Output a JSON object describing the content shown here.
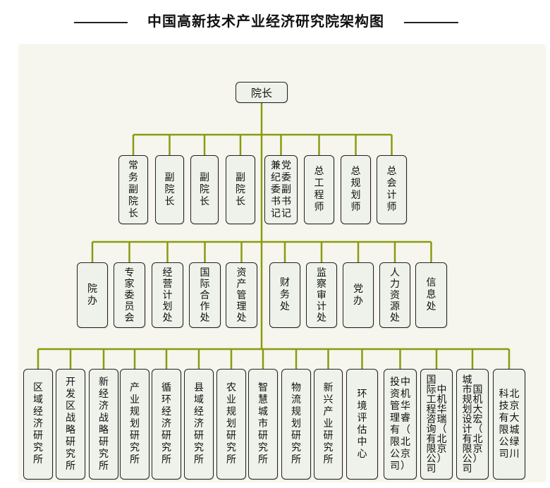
{
  "title": "中国高新技术产业经济研究院架构图",
  "colors": {
    "line": "#8c9a10",
    "box_fill": "#eef2ea",
    "box_border": "#222222",
    "background": "#f6f6ee"
  },
  "root": {
    "label": "院长"
  },
  "tier1": [
    {
      "id": "t1-0",
      "label": "常务副院长",
      "columns": [
        "常务副院长"
      ]
    },
    {
      "id": "t1-1",
      "label": "副院长",
      "columns": [
        "副院长"
      ]
    },
    {
      "id": "t1-2",
      "label": "副院长",
      "columns": [
        "副院长"
      ]
    },
    {
      "id": "t1-3",
      "label": "副院长",
      "columns": [
        "副院长"
      ]
    },
    {
      "id": "t1-4",
      "label": "党委副书记兼纪委书记",
      "columns": [
        "党委副书记",
        "兼纪委书记"
      ]
    },
    {
      "id": "t1-5",
      "label": "总工程师",
      "columns": [
        "总工程师"
      ]
    },
    {
      "id": "t1-6",
      "label": "总规划师",
      "columns": [
        "总规划师"
      ]
    },
    {
      "id": "t1-7",
      "label": "总会计师",
      "columns": [
        "总会计师"
      ]
    }
  ],
  "tier2": [
    {
      "id": "t2-0",
      "label": "院办",
      "columns": [
        "院办"
      ]
    },
    {
      "id": "t2-1",
      "label": "专家委员会",
      "columns": [
        "专家委员会"
      ]
    },
    {
      "id": "t2-2",
      "label": "经营计划处",
      "columns": [
        "经营计划处"
      ]
    },
    {
      "id": "t2-3",
      "label": "国际合作处",
      "columns": [
        "国际合作处"
      ]
    },
    {
      "id": "t2-4",
      "label": "资产管理处",
      "columns": [
        "资产管理处"
      ]
    },
    {
      "id": "t2-5",
      "label": "财务处",
      "columns": [
        "财务处"
      ]
    },
    {
      "id": "t2-6",
      "label": "监察审计处",
      "columns": [
        "监察审计处"
      ]
    },
    {
      "id": "t2-7",
      "label": "党办",
      "columns": [
        "党办"
      ]
    },
    {
      "id": "t2-8",
      "label": "人力资源处",
      "columns": [
        "人力资源处"
      ]
    },
    {
      "id": "t2-9",
      "label": "信息处",
      "columns": [
        "信息处"
      ]
    }
  ],
  "tier3": [
    {
      "id": "t3-0",
      "label": "区域经济研究所",
      "columns": [
        "区域经济研究所"
      ]
    },
    {
      "id": "t3-1",
      "label": "开发区战略研究所",
      "columns": [
        "开发区战略研究所"
      ]
    },
    {
      "id": "t3-2",
      "label": "新经济战略研究所",
      "columns": [
        "新经济战略研究所"
      ]
    },
    {
      "id": "t3-3",
      "label": "产业规划研究所",
      "columns": [
        "产业规划研究所"
      ]
    },
    {
      "id": "t3-4",
      "label": "循环经济研究所",
      "columns": [
        "循环经济研究所"
      ]
    },
    {
      "id": "t3-5",
      "label": "县域经济研究所",
      "columns": [
        "县域经济研究所"
      ]
    },
    {
      "id": "t3-6",
      "label": "农业规划研究所",
      "columns": [
        "农业规划研究所"
      ]
    },
    {
      "id": "t3-7",
      "label": "智慧城市研究所",
      "columns": [
        "智慧城市研究所"
      ]
    },
    {
      "id": "t3-8",
      "label": "物流规划研究所",
      "columns": [
        "物流规划研究所"
      ]
    },
    {
      "id": "t3-9",
      "label": "新兴产业研究所",
      "columns": [
        "新兴产业研究所"
      ]
    },
    {
      "id": "t3-10",
      "label": "环境评估中心",
      "columns": [
        "环境评估中心"
      ]
    },
    {
      "id": "t3-11",
      "label": "中机华睿（北京）投资管理有限公司",
      "columns": [
        "中机华睿（北京）",
        "投资管理有限公司"
      ]
    },
    {
      "id": "t3-12",
      "label": "中机华瑞（北京）国际工程咨询有限公司",
      "columns": [
        "中机华瑞（北京）",
        "国际工程咨询有限公司"
      ]
    },
    {
      "id": "t3-13",
      "label": "国机大宏（北京）城市规划设计有限公司",
      "columns": [
        "国机大宏（北京）",
        "城市规划设计有限公司"
      ]
    },
    {
      "id": "t3-14",
      "label": "北京大城绿川科技有限公司",
      "columns": [
        "北京大城绿川",
        "科技有限公司"
      ]
    }
  ]
}
